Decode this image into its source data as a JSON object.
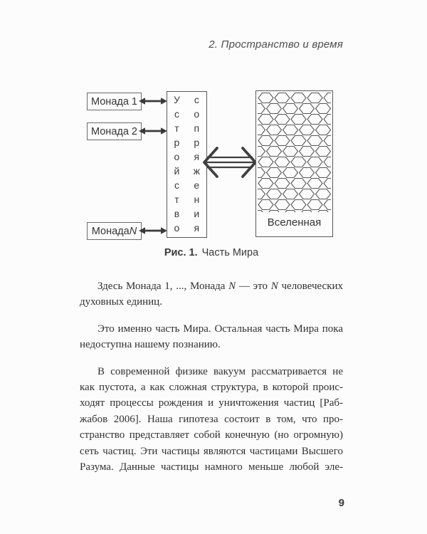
{
  "page": {
    "header": "2. Пространство и время",
    "page_number": "9"
  },
  "figure": {
    "monads": [
      {
        "label": "Монада 1"
      },
      {
        "label": "Монада 2"
      },
      {
        "label": "Монада *N*"
      }
    ],
    "device_word_left": "Устройство",
    "device_word_right": "сопряжения",
    "universe_label": "Вселенная",
    "caption_label": "Рис. 1.",
    "caption_title": "Часть Мира"
  },
  "body": {
    "paragraphs": [
      {
        "lines": [
          "Здесь Монада 1, ..., Монада *N* — это *N* человеческих",
          "духовных единиц."
        ]
      },
      {
        "lines": [
          "Это именно часть Мира. Остальная часть Мира пока",
          "недоступна нашему познанию."
        ]
      },
      {
        "lines": [
          "В современной физике вакуум рассматривается не",
          "как пустота, а как сложная структура, в которой проис-",
          "ходят процессы рождения и уничтожения частиц [Раб-",
          "жабов 2006]. Наша гипотеза состоит в том, что про-",
          "странство представляет собой конечную (но огромную)",
          "сеть частиц. Эти частицы являются частицами Высшего",
          "Разума. Данные частицы намного меньше любой эле-"
        ]
      }
    ]
  },
  "colors": {
    "background": "#fcfcfc",
    "text": "#303030",
    "diagram_line": "#5a5a5a",
    "arrow": "#3a3a3a"
  }
}
